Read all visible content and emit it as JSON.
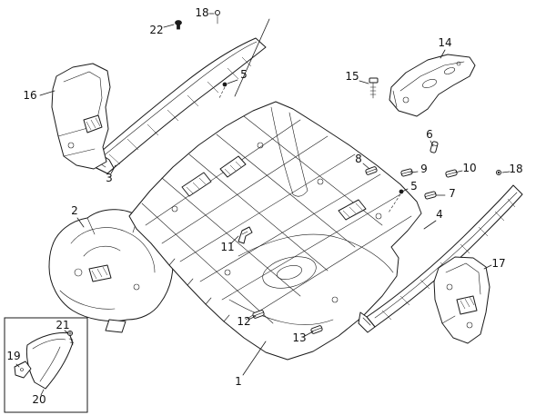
{
  "diagram": {
    "background_color": "#ffffff",
    "line_color": "#1a1a1a",
    "callouts": [
      {
        "label": "18"
      },
      {
        "label": "22"
      },
      {
        "label": "16"
      },
      {
        "label": "5"
      },
      {
        "label": "15"
      },
      {
        "label": "14"
      },
      {
        "label": "3"
      },
      {
        "label": "6"
      },
      {
        "label": "8"
      },
      {
        "label": "9"
      },
      {
        "label": "10"
      },
      {
        "label": "18"
      },
      {
        "label": "5"
      },
      {
        "label": "7"
      },
      {
        "label": "2"
      },
      {
        "label": "11"
      },
      {
        "label": "4"
      },
      {
        "label": "17"
      },
      {
        "label": "12"
      },
      {
        "label": "13"
      },
      {
        "label": "1"
      },
      {
        "label": "21"
      },
      {
        "label": "19"
      },
      {
        "label": "20"
      }
    ]
  }
}
